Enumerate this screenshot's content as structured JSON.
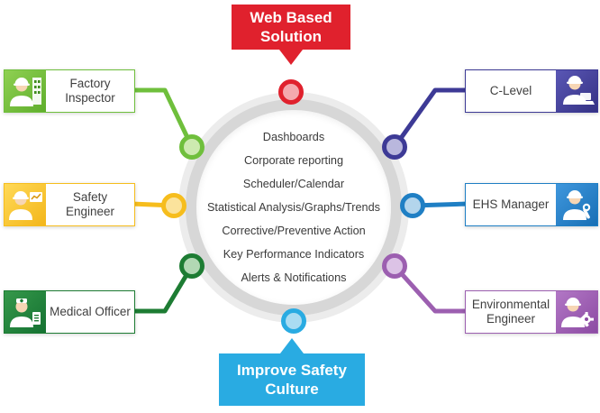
{
  "top_callout": {
    "label": "Web Based Solution"
  },
  "bottom_callout": {
    "label": "Improve Safety Culture"
  },
  "center": {
    "items": [
      "Dashboards",
      "Corporate reporting",
      "Scheduler/Calendar",
      "Statistical Analysis/Graphs/Trends",
      "Corrective/Preventive Action",
      "Key Performance Indicators",
      "Alerts & Notifications"
    ]
  },
  "left_boxes": [
    {
      "label": "Factory Inspector",
      "icon": "factory-inspector-icon",
      "color": "#6fbf3c"
    },
    {
      "label": "Safety Engineer",
      "icon": "safety-engineer-icon",
      "color": "#f6bd1d"
    },
    {
      "label": "Medical Officer",
      "icon": "medical-officer-icon",
      "color": "#1d7c33"
    }
  ],
  "right_boxes": [
    {
      "label": "C-Level",
      "icon": "c-level-icon",
      "color": "#3d3a96"
    },
    {
      "label": "EHS Manager",
      "icon": "ehs-manager-icon",
      "color": "#1f7fc4"
    },
    {
      "label": "Environmental Engineer",
      "icon": "environmental-engineer-icon",
      "color": "#9c5fb0"
    }
  ],
  "colors": {
    "web_based_red": "#e0212d",
    "improve_safety_blue": "#29abe2",
    "factory_inspector_green": "#6fbf3c",
    "safety_engineer_yellow": "#f6bd1d",
    "medical_officer_green": "#1d7c33",
    "c_level_indigo": "#3d3a96",
    "ehs_manager_blue": "#1f7fc4",
    "environmental_purple": "#9c5fb0",
    "hub_ring_gray": "#d7d7d7"
  }
}
